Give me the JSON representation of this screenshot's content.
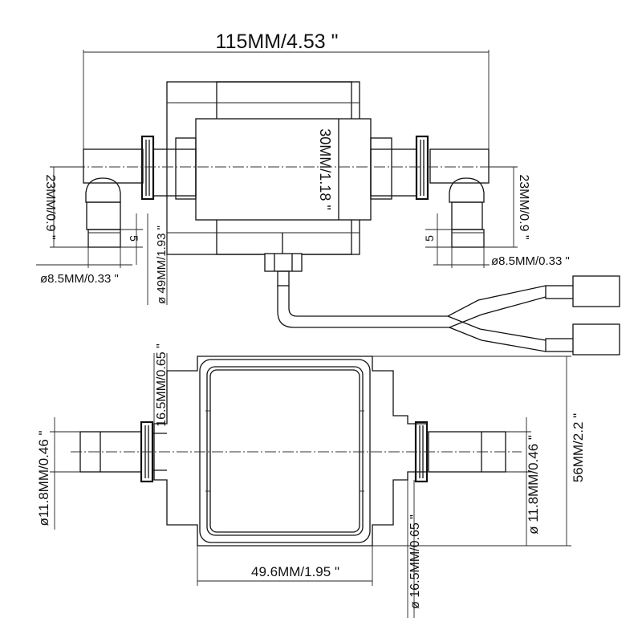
{
  "dimensions": {
    "overall_length": "115MM/4.53 \"",
    "body_height": "30MM/1.18 \"",
    "left_port_height": "23MM/0.9 \"",
    "right_port_height": "23MM/0.9 \"",
    "left_port_diameter": "ø8.5MM/0.33 \"",
    "right_port_diameter": "ø8.5MM/0.33 \"",
    "coil_diameter": "ø 49MM/1.93 \"",
    "left_port_offset": "5",
    "right_port_offset": "5",
    "left_flange_width": "16.5MM/0.65 \"",
    "right_flange_width": "ø 16.5MM/0.65 \"",
    "left_nozzle_diameter": "ø11.8MM/0.46 \"",
    "right_nozzle_diameter": "ø 11.8MM/0.46 \"",
    "overall_height": "56MM/2.2 \"",
    "coil_width": "49.6MM/1.95 \""
  }
}
